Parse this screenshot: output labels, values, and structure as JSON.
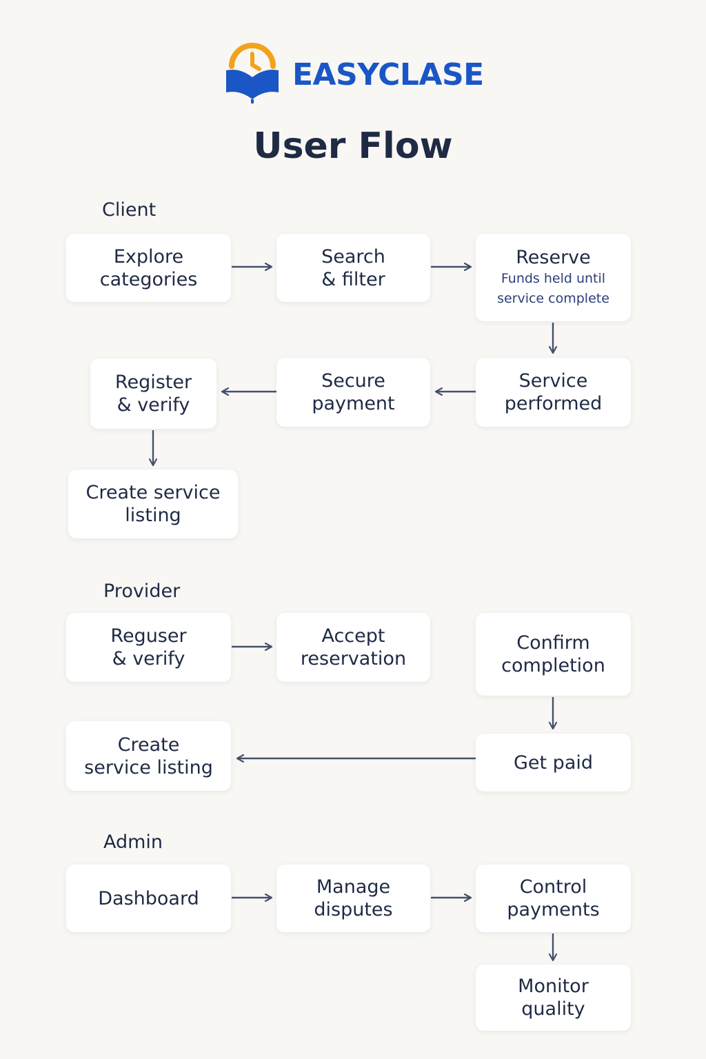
{
  "brand": {
    "name": "EASYCLASE",
    "colors": {
      "blue": "#1a56c6",
      "orange": "#f3a21b",
      "text": "#1f2a44",
      "arrow": "#44506b"
    }
  },
  "page": {
    "title": "User Flow"
  },
  "client": {
    "label": "Client",
    "explore": "Explore\ncategories",
    "search": "Search\n& filter",
    "reserve": "Reserve",
    "reserve_note": "Funds held until\nservice complete",
    "service_performed": "Service\nperformed",
    "secure_payment": "Secure\npayment",
    "register": "Register\n& verify",
    "create_listing": "Create service\nlisting"
  },
  "provider": {
    "label": "Provider",
    "register": "Reguser\n& verify",
    "accept": "Accept\nreservation",
    "confirm": "Confirm\ncompletion",
    "get_paid": "Get paid",
    "create_listing": "Create\nservice listing"
  },
  "admin": {
    "label": "Admin",
    "dashboard": "Dashboard",
    "disputes": "Manage\ndisputes",
    "payments": "Control\npayments",
    "quality": "Monitor\nquality"
  }
}
